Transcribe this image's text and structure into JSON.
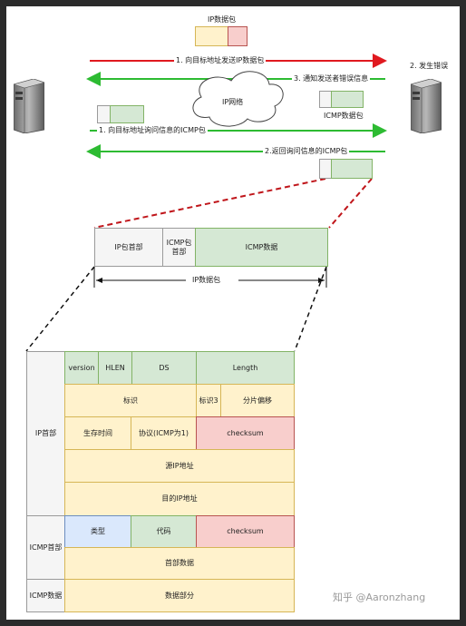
{
  "top": {
    "ip_packet_label": "IP数据包",
    "arrow1": "1. 向目标地址发送IP数据包",
    "arrow3": "3. 通知发送者错误信息",
    "error_label": "2. 发生错误",
    "cloud_label": "IP网络",
    "icmp_packet_label": "ICMP数据包",
    "arrow_query": "1. 向目标地址询问信息的ICMP包",
    "arrow_reply": "2.返回询问信息的ICMP包"
  },
  "packet": {
    "ip_header": "IP包首部",
    "icmp_header": "ICMP包首部",
    "icmp_data": "ICMP数据",
    "span_label": "IP数据包"
  },
  "table": {
    "section_ip": "IP首部",
    "section_icmp_header": "ICMP首部",
    "section_icmp_data": "ICMP数据",
    "version": "version",
    "hlen": "HLEN",
    "ds": "DS",
    "length": "Length",
    "ident": "标识",
    "flags": "标识3",
    "frag_offset": "分片偏移",
    "ttl": "生存时间",
    "protocol": "协议(ICMP为1)",
    "checksum": "checksum",
    "src_ip": "源IP地址",
    "dst_ip": "目的IP地址",
    "icmp_type": "类型",
    "icmp_code": "代码",
    "icmp_checksum": "checksum",
    "icmp_header_data": "首部数据",
    "data_part": "数据部分"
  },
  "watermark": "知乎 @Aaronzhang",
  "colors": {
    "red_arrow": "#e0191f",
    "green_arrow": "#2dbb32",
    "yellow_fill": "#fff2cc",
    "green_fill": "#d5e8d4",
    "red_fill": "#f8cecc",
    "blue_fill": "#dae8fc"
  }
}
